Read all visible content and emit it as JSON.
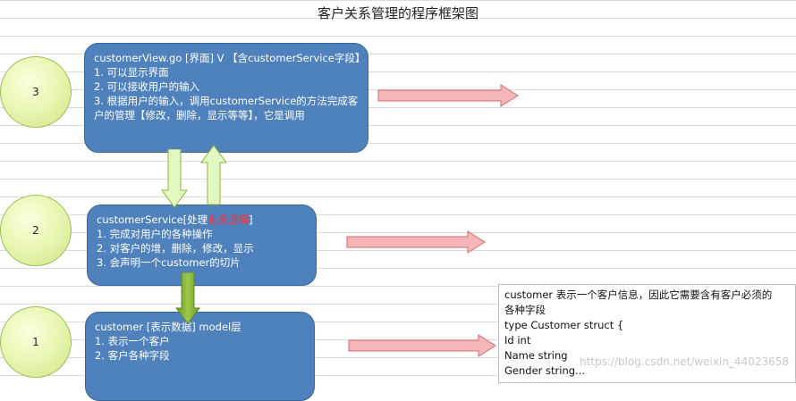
{
  "title": "客户关系管理的程序框架图",
  "circles": [
    {
      "label": "3"
    },
    {
      "label": "2"
    },
    {
      "label": "1"
    }
  ],
  "view_box": {
    "header_pre": "customerView.go [界面]  V  【含customerService字段】",
    "line1": "1. 可以显示界面",
    "line2": "2. 可以接收用户的输入",
    "line3": "3. 根据用户的输入，调用customerService的方法完成客户的管理【修改，删除，显示等等】，它是调用"
  },
  "service_box": {
    "header_pre": "customerService[处理",
    "header_highlight": "业务逻辑",
    "header_post": "]",
    "line1": "1. 完成对用户的各种操作",
    "line2": "2. 对客户的增，删除，修改，显示",
    "line3": "3. 会声明一个customer的切片"
  },
  "model_box": {
    "header": "customer [表示数据] model层",
    "line1": "1. 表示一个客户",
    "line2": "2. 客户各种字段"
  },
  "note": {
    "line1": "customer 表示一个客户信息，因此它需要含有客户必须的",
    "line2": "各种字段",
    "line3": "type  Customer struct {",
    "line4": "Id int",
    "line5": "Name string",
    "line6": "Gender string..."
  },
  "watermark": "https://blog.csdn.net/weixin_44023658",
  "colors": {
    "box_fill": "#4f81bd",
    "circle_fill": "#eaf7b5",
    "arrow_pink": "#f4b6b6",
    "arrow_green_light": "#e3f7c2",
    "arrow_green_dark": "#8fb83a"
  }
}
